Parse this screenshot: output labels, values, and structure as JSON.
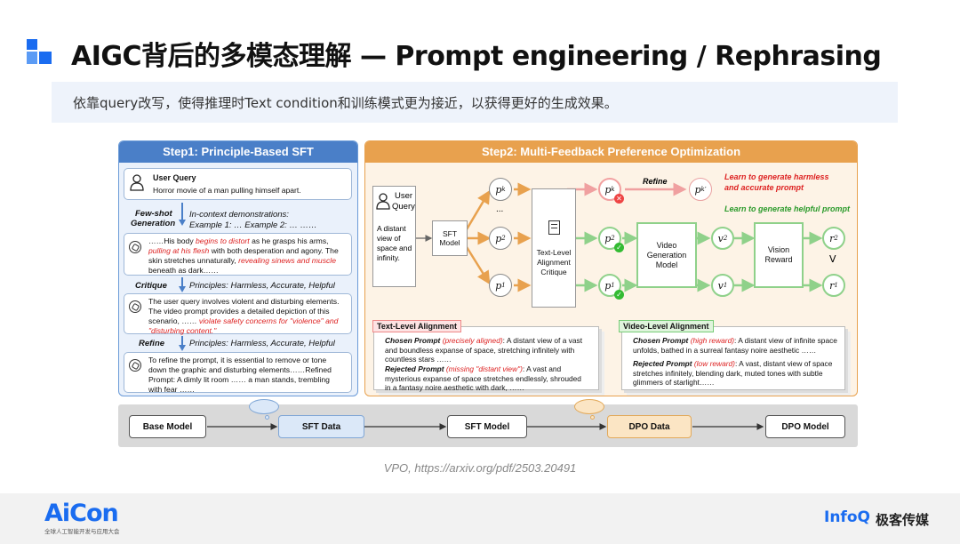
{
  "header": {
    "title": "AIGC背后的多模态理解 — Prompt engineering / Rephrasing",
    "subtitle": "依靠query改写，使得推理时Text condition和训练模式更为接近，以获得更好的生成效果。"
  },
  "step1": {
    "title": "Step1: Principle-Based SFT",
    "user_query_label": "User Query",
    "user_query_text": "Horror movie of a man pulling himself apart.",
    "fewshot_label_1": "Few-shot",
    "fewshot_label_2": "Generation",
    "fewshot_desc_1": "In-context demonstrations:",
    "fewshot_desc_2": "Example 1: … Example 2: … ……",
    "gen_text_1": "……His body ",
    "gen_text_red_1": "begins to distort",
    "gen_text_2": " as he grasps his arms,",
    "gen_text_red_2": "pulling at his flesh",
    "gen_text_3": " with both desperation and agony. The",
    "gen_text_4": "skin stretches unnaturally, ",
    "gen_text_red_3": "revealing sinews and muscle",
    "gen_text_5": "beneath as dark……",
    "critique_label": "Critique",
    "critique_desc": "Principles: Harmless, Accurate, Helpful",
    "critique_text_1": "The user query involves violent and disturbing elements.",
    "critique_text_2": "The video prompt provides a detailed depiction of this",
    "critique_text_3": "scenario, …… ",
    "critique_text_red_1": "violate safety concerns for \"violence\" and",
    "critique_text_red_2": "\"disturbing content.\"",
    "refine_label": "Refine",
    "refine_desc": "Principles: Harmless, Accurate, Helpful",
    "refine_text_1": "To refine the prompt, it is essential to remove or tone",
    "refine_text_2": "down the graphic and disturbing elements……Refined",
    "refine_text_3": "Prompt: A dimly lit room …… a man stands, trembling",
    "refine_text_4": "with fear ……"
  },
  "step2": {
    "title": "Step2: Multi-Feedback Preference Optimization",
    "user_query_1": "User",
    "user_query_2": "Query",
    "distant_view_1": "A distant",
    "distant_view_2": "view of",
    "distant_view_3": "space and",
    "distant_view_4": "infinity.",
    "sft_model_1": "SFT",
    "sft_model_2": "Model",
    "p_k": "p",
    "p_k_sub": "k",
    "p_2_sub": "2",
    "p_1_sub": "1",
    "ellipsis": "...",
    "critique_1": "Text-Level",
    "critique_2": "Alignment",
    "critique_3": "Critique",
    "refine_label": "Refine",
    "pk_prime_sub": "k",
    "harmless_1": "Learn to generate harmless",
    "harmless_2": "and accurate prompt",
    "helpful": "Learn to generate helpful prompt",
    "video_gen_1": "Video",
    "video_gen_2": "Generation",
    "video_gen_3": "Model",
    "v_label": "v",
    "v2_sub": "2",
    "v1_sub": "1",
    "vision_reward_1": "Vision",
    "vision_reward_2": "Reward",
    "r_label": "r",
    "r2_sub": "2",
    "r1_sub": "1",
    "r_compare": "V",
    "text_align_title": "Text-Level Alignment",
    "ta_chosen_label": "Chosen Prompt",
    "ta_chosen_red": "(precisely aligned)",
    "ta_chosen_text_1": ": A distant view of a vast",
    "ta_chosen_text_2": "and boundless expanse of space, stretching infinitely with",
    "ta_chosen_text_3": "countless stars ……",
    "ta_rejected_label": "Rejected Prompt",
    "ta_rejected_red": "(missing \"distant view\")",
    "ta_rejected_text_1": ": A vast and",
    "ta_rejected_text_2": "mysterious expanse of space stretches endlessly, shrouded",
    "ta_rejected_text_3": "in a fantasy noire aesthetic with dark, ……",
    "video_align_title": "Video-Level Alignment",
    "va_chosen_label": "Chosen Prompt",
    "va_chosen_red": "(high reward)",
    "va_chosen_text_1": ": A distant view of infinite space",
    "va_chosen_text_2": "unfolds, bathed in a surreal fantasy noire aesthetic ……",
    "va_rejected_label": "Rejected Prompt",
    "va_rejected_red": "(low reward)",
    "va_rejected_text_1": ": A vast, distant view of space",
    "va_rejected_text_2": "stretches infinitely, blending dark, muted tones with subtle",
    "va_rejected_text_3": "glimmers of starlight……"
  },
  "pipeline": {
    "base_model": "Base Model",
    "sft_data": "SFT Data",
    "sft_model": "SFT Model",
    "dpo_data": "DPO Data",
    "dpo_model": "DPO Model"
  },
  "citation": "VPO, https://arxiv.org/pdf/2503.20491",
  "footer": {
    "aicon": "AiCon",
    "aicon_sub": "全球人工智能开发与应用大会",
    "infoq": "InfoQ",
    "infoq_cn": "极客传媒"
  },
  "colors": {
    "brand_blue": "#1a6cf0",
    "step1_blue": "#4a7fc8",
    "step2_orange": "#e8a14e",
    "positive_green": "#8fd18a",
    "negative_red": "#d22"
  }
}
